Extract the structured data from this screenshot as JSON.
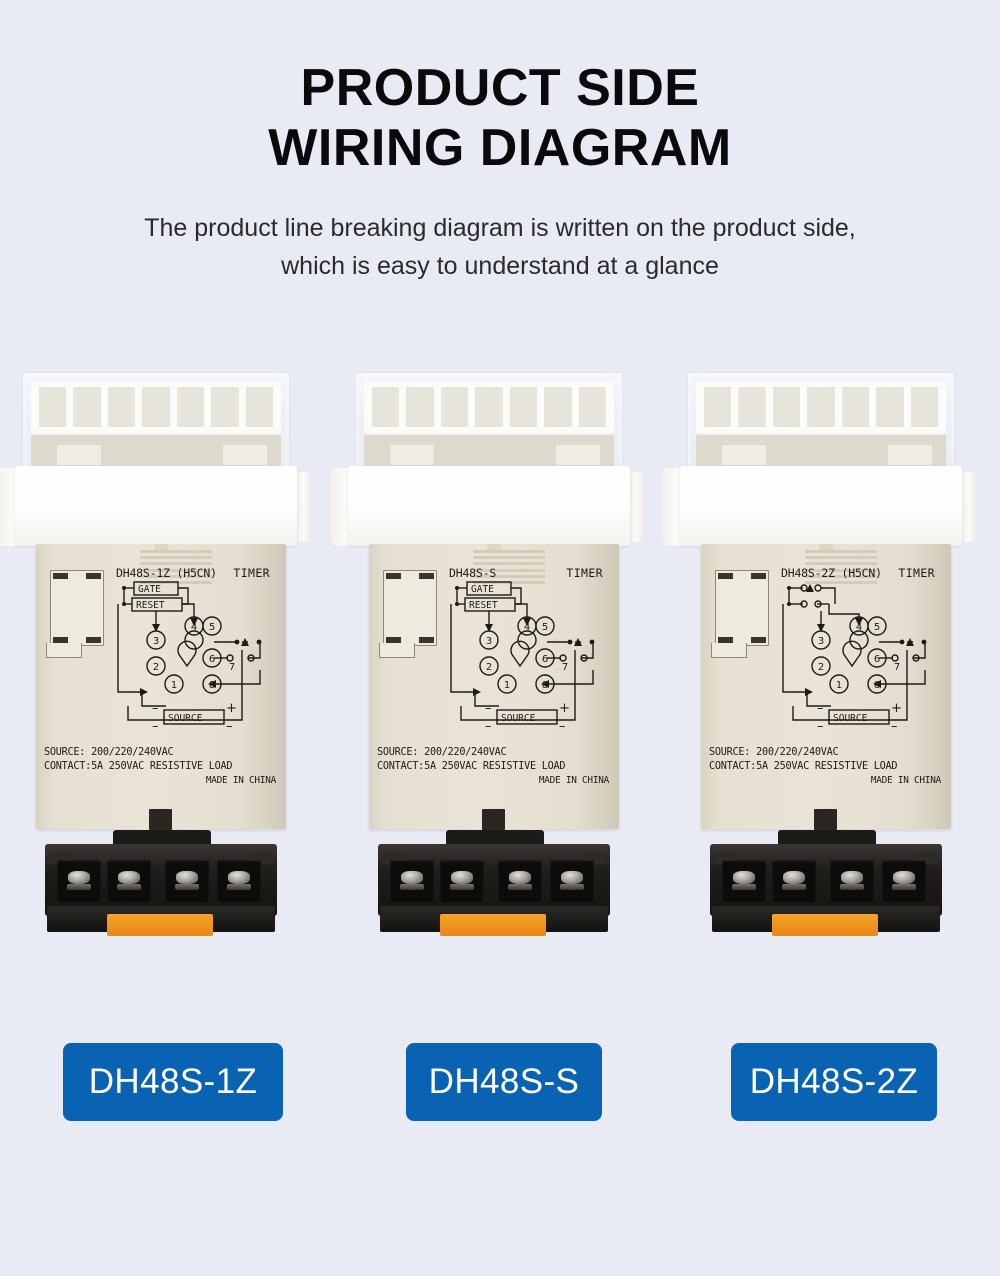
{
  "header": {
    "title_line1": "PRODUCT SIDE",
    "title_line2": "WIRING DIAGRAM",
    "subtitle_line1": "The product line breaking diagram is written on the product side,",
    "subtitle_line2": "which is easy to understand at a glance"
  },
  "colors": {
    "background": "#e8ebf4",
    "button_blue": "#0a63b2",
    "body_beige": "#eae4d6",
    "socket_black": "#16140f",
    "clip_orange": "#e8871a",
    "title_black": "#0a0a0a"
  },
  "devices": [
    {
      "model_label": "DH48S-1Z (H5CN)",
      "type_label": "TIMER",
      "spec_source": "SOURCE:  200/220/240VAC",
      "spec_contact": "CONTACT:5A 250VAC RESISTIVE LOAD",
      "origin": "MADE IN CHINA",
      "diagram": {
        "gate_label": "GATE",
        "reset_label": "RESET",
        "source_label": "SOURCE",
        "minus_sign": "–",
        "plus_sign": "+",
        "terminals": [
          "1",
          "2",
          "3",
          "4",
          "5",
          "6",
          "7",
          "8"
        ],
        "has_gate_reset": true,
        "contact_sets": 1
      }
    },
    {
      "model_label": "DH48S-S",
      "type_label": "TIMER",
      "spec_source": "SOURCE:  200/220/240VAC",
      "spec_contact": "CONTACT:5A 250VAC RESISTIVE LOAD",
      "origin": "MADE IN CHINA",
      "diagram": {
        "gate_label": "GATE",
        "reset_label": "RESET",
        "source_label": "SOURCE",
        "minus_sign": "–",
        "plus_sign": "+",
        "terminals": [
          "1",
          "2",
          "3",
          "4",
          "5",
          "6",
          "7",
          "8"
        ],
        "has_gate_reset": true,
        "contact_sets": 1
      }
    },
    {
      "model_label": "DH48S-2Z (H5CN)",
      "type_label": "TIMER",
      "spec_source": "SOURCE:  200/220/240VAC",
      "spec_contact": "CONTACT:5A 250VAC RESISTIVE LOAD",
      "origin": "MADE IN CHINA",
      "diagram": {
        "gate_label": "",
        "reset_label": "",
        "source_label": "SOURCE",
        "minus_sign": "–",
        "plus_sign": "+",
        "terminals": [
          "1",
          "2",
          "3",
          "4",
          "5",
          "6",
          "7",
          "8"
        ],
        "has_gate_reset": false,
        "contact_sets": 2
      }
    }
  ],
  "buttons": [
    {
      "label": "DH48S-1Z"
    },
    {
      "label": "DH48S-S"
    },
    {
      "label": "DH48S-2Z"
    }
  ]
}
